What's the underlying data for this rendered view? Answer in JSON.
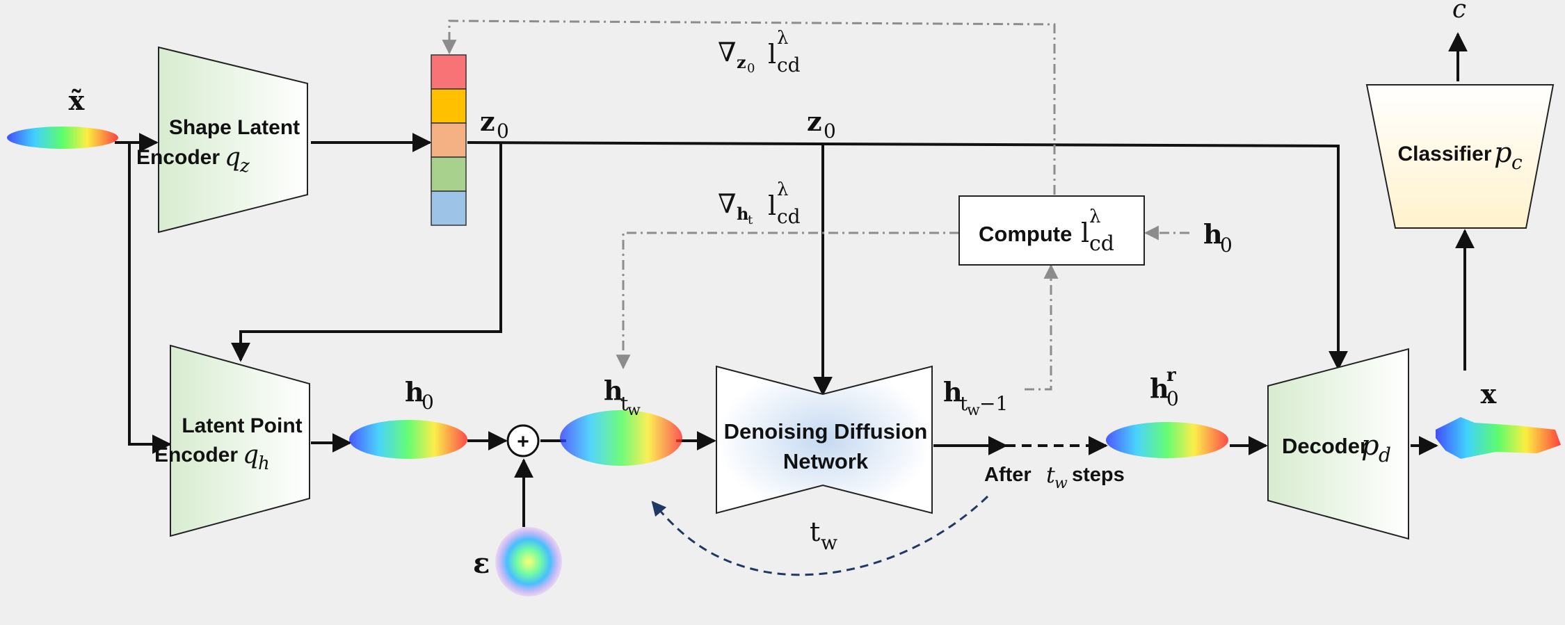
{
  "modules": {
    "shape_encoder": {
      "line1": "Shape Latent",
      "line2": "Encoder",
      "sym": "q",
      "sub": "z"
    },
    "point_encoder": {
      "line1": "Latent Point",
      "line2": "Encoder",
      "sym": "q",
      "sub": "h"
    },
    "denoiser": {
      "line1": "Denoising Diffusion",
      "line2": "Network"
    },
    "decoder": {
      "text": "Decoder",
      "sym": "p",
      "sub": "d"
    },
    "classifier": {
      "text": "Classifier",
      "sym": "p",
      "sub": "c"
    },
    "compute": {
      "text": "Compute",
      "l": "l",
      "sup": "λ",
      "sub": "cd"
    }
  },
  "labels": {
    "x_tilde": "x̃",
    "x_out": "x",
    "c": "c",
    "z0": "z",
    "z0_sub": "0",
    "h0": "h",
    "h0_sub": "0",
    "htw": "h",
    "htw_sub": "t",
    "htw_subsub": "w",
    "htw1_sub": "t",
    "htw1_subsub": "w",
    "htw1_rest": "−1",
    "h0r_sup": "r",
    "eps": "ε",
    "tw": "t",
    "tw_sub": "w",
    "plus": "+",
    "nabla": "∇",
    "grad_z0_sub": "z",
    "grad_z0_subsub": "0",
    "grad_ht_sub": "h",
    "grad_ht_subsub": "t",
    "grad_l": "l",
    "grad_sup": "λ",
    "grad_sub": "cd",
    "after_prefix": "After",
    "after_var": "t",
    "after_var_sub": "w",
    "after_suffix": "steps"
  },
  "colors": {
    "latent_cells": [
      "#f87375",
      "#ffc000",
      "#f4b183",
      "#a9d18e",
      "#9dc3e6"
    ],
    "encoder_fill": "#e2f0d9",
    "classifier_fill": "#fff2cc",
    "denoiser_glow": "#c5d9f1",
    "feedback_arrow": "#1f3864",
    "dashdot": "#8c8c8c"
  }
}
